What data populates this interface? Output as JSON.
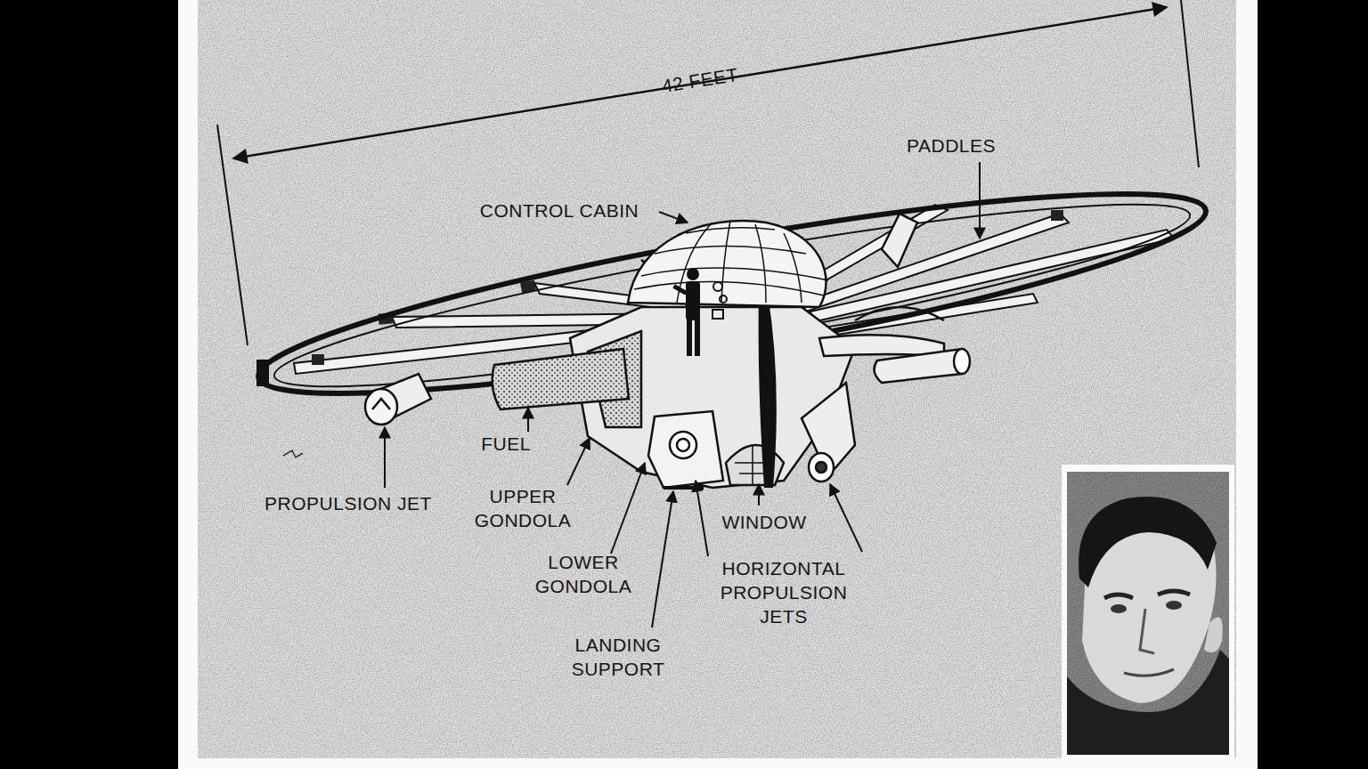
{
  "diagram": {
    "labels": [
      "42 FEET",
      "PADDLES",
      "CONTROL CABIN",
      "FUEL",
      "PROPULSION JET",
      "UPPER GONDOLA",
      "LOWER GONDOLA",
      "LANDING SUPPORT",
      "WINDOW",
      "HORIZONTAL PROPULSION JETS"
    ]
  }
}
